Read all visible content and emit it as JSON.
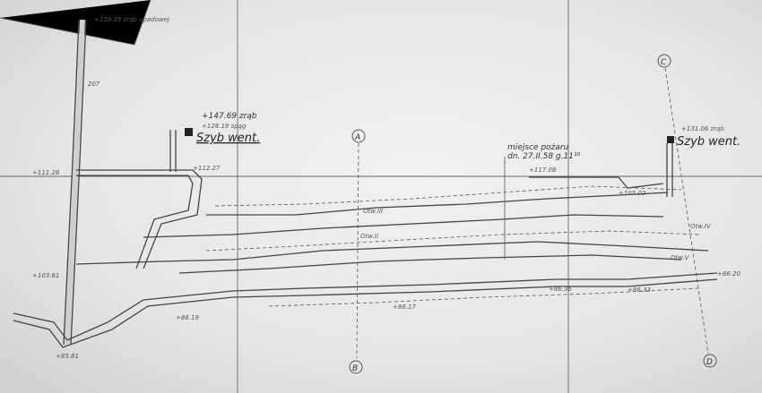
{
  "labels": {
    "incline_head": "+159.35 zrąb upadowej",
    "shaft1_collar": "+147.69 zrąb",
    "shaft1_floor": "+128.19 spąg",
    "shaft1_name": "Szyb went.",
    "shaft2_collar": "+131.06 zrąb",
    "shaft2_name": "Szyb went.",
    "fire_line1": "miejsce pożaru",
    "fire_line2": "dn. 27.II.58 g.11¹⁰",
    "point_207": "207",
    "otw3": "Otw.III",
    "otw2": "Otw.II",
    "otw4": "Otw.IV",
    "otw5": "Otw.V",
    "elev_a": "+111.26",
    "elev_b": "+112.27",
    "elev_c": "+117.08",
    "elev_d": "+105.02",
    "elev_e": "+103.61",
    "elev_f": "+86.17",
    "elev_g": "+86.19",
    "elev_h": "+85.81",
    "elev_i": "+86.36",
    "elev_j": "+86.33",
    "elev_k": "+86.20"
  },
  "markers": {
    "a": "A",
    "b": "B",
    "c": "C",
    "d": "D"
  }
}
